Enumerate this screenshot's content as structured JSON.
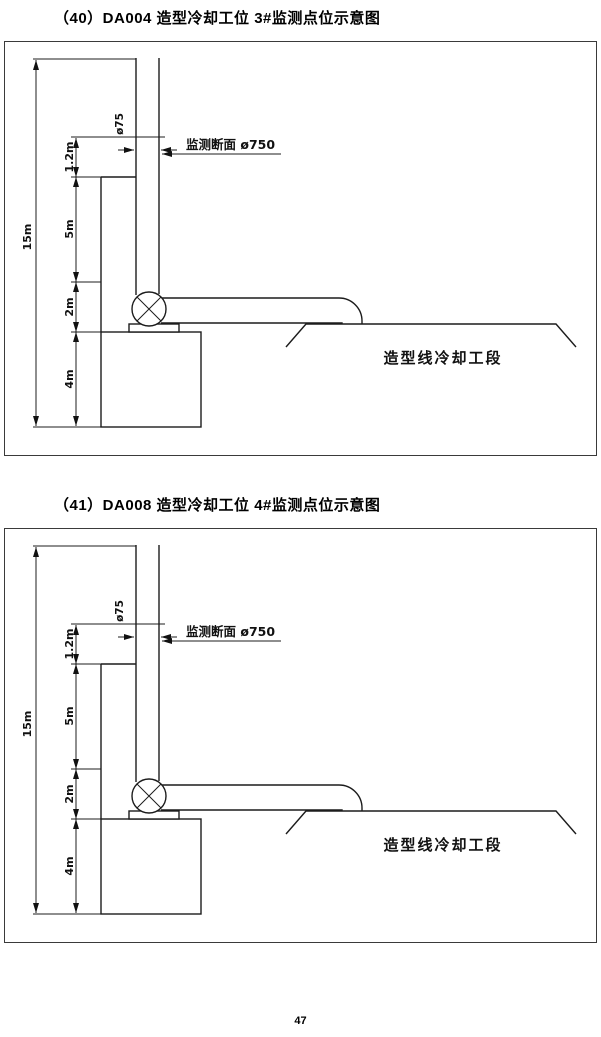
{
  "page": {
    "number": "47"
  },
  "figures": [
    {
      "title": "（40）DA004 造型冷却工位 3#监测点位示意图",
      "labels": {
        "total_height": "15m",
        "seg_top": "1.2m",
        "seg_upper": "5m",
        "seg_mid": "2m",
        "seg_bottom": "4m",
        "port_diameter": "ø75",
        "section_note": "监测断面 ø750",
        "building": "造型线冷却工段"
      }
    },
    {
      "title": "（41）DA008 造型冷却工位 4#监测点位示意图",
      "labels": {
        "total_height": "15m",
        "seg_top": "1.2m",
        "seg_upper": "5m",
        "seg_mid": "2m",
        "seg_bottom": "4m",
        "port_diameter": "ø75",
        "section_note": "监测断面 ø750",
        "building": "造型线冷却工段"
      }
    }
  ]
}
